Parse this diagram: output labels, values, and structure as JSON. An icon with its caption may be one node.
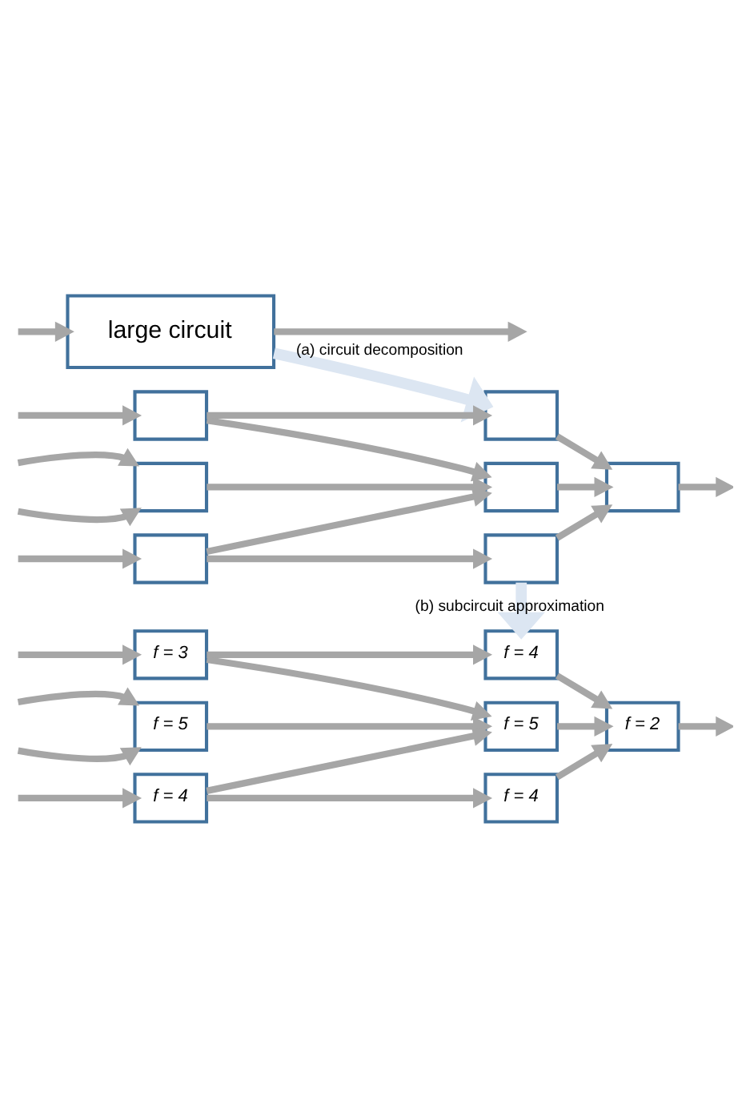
{
  "diagram": {
    "nodes": [
      {
        "text": [
          "large circuit"
        ]
      },
      {
        "text": [],
        "shape": "box"
      },
      {
        "text": [],
        "shape": "box"
      },
      {
        "text": [],
        "shape": "box"
      },
      {
        "text": [],
        "shape": "box"
      },
      {
        "text": [],
        "shape": "box"
      },
      {
        "text": [],
        "shape": "box"
      },
      {
        "text": [],
        "shape": "box"
      },
      {
        "text": [
          "f = 3"
        ]
      },
      {
        "text": [
          "f = 5"
        ]
      },
      {
        "text": [
          "f = 4"
        ]
      },
      {
        "text": [
          "f = 4"
        ]
      },
      {
        "text": [
          "f = 5"
        ]
      },
      {
        "text": [
          "f = 4"
        ]
      },
      {
        "text": [
          "f = 2"
        ]
      }
    ],
    "edges": [
      {
        "from": 0,
        "to": null,
        "arrow": "to"
      },
      {
        "from": null,
        "to": 0,
        "arrow": "to"
      },
      {
        "from": 0,
        "to": 4,
        "arrow": "to",
        "label": "(a) circuit decomposition",
        "color": "#dce6f2"
      },
      {
        "from": null,
        "to": 1,
        "arrow": "to"
      },
      {
        "from": null,
        "to": 2,
        "arrow": "to"
      },
      {
        "from": null,
        "to": 2,
        "arrow": "to"
      },
      {
        "from": null,
        "to": 3,
        "arrow": "to"
      },
      {
        "from": 1,
        "to": 4,
        "arrow": "to"
      },
      {
        "from": 1,
        "to": 5,
        "arrow": "to"
      },
      {
        "from": 2,
        "to": 5,
        "arrow": "to"
      },
      {
        "from": 3,
        "to": 5,
        "arrow": "to"
      },
      {
        "from": 3,
        "to": 6,
        "arrow": "to"
      },
      {
        "from": 4,
        "to": 7,
        "arrow": "to"
      },
      {
        "from": 5,
        "to": 7,
        "arrow": "to"
      },
      {
        "from": 6,
        "to": 7,
        "arrow": "to"
      },
      {
        "from": 7,
        "to": null,
        "arrow": "to"
      },
      {
        "from": 6,
        "to": 11,
        "arrow": "to",
        "label": "(b) subcircuit approximation",
        "color": "#dce6f2"
      },
      {
        "from": null,
        "to": 8,
        "arrow": "to"
      },
      {
        "from": null,
        "to": 9,
        "arrow": "to"
      },
      {
        "from": null,
        "to": 9,
        "arrow": "to"
      },
      {
        "from": null,
        "to": 10,
        "arrow": "to"
      },
      {
        "from": 8,
        "to": 11,
        "arrow": "to"
      },
      {
        "from": 8,
        "to": 12,
        "arrow": "to"
      },
      {
        "from": 9,
        "to": 12,
        "arrow": "to"
      },
      {
        "from": 10,
        "to": 12,
        "arrow": "to"
      },
      {
        "from": 10,
        "to": 13,
        "arrow": "to"
      },
      {
        "from": 11,
        "to": 14,
        "arrow": "to"
      },
      {
        "from": 12,
        "to": 14,
        "arrow": "to"
      },
      {
        "from": 13,
        "to": 14,
        "arrow": "to"
      },
      {
        "from": 14,
        "to": null,
        "arrow": "to"
      }
    ]
  }
}
